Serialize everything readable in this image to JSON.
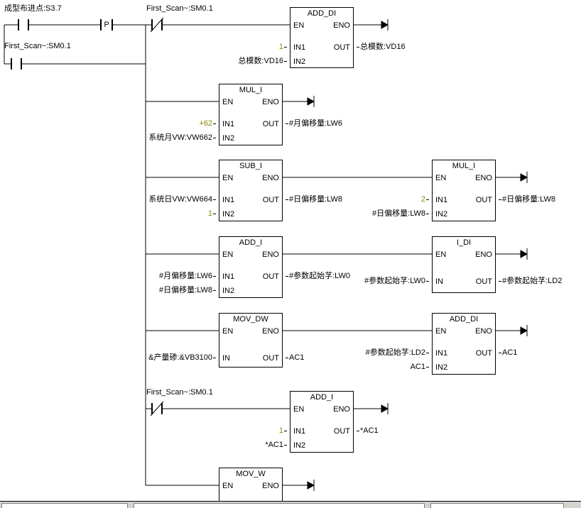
{
  "colors": {
    "wire": "#000000",
    "constant_literal": "#8a8a00",
    "background": "#ffffff",
    "bottom_strip": "#d6d3ce"
  },
  "ladder": {
    "contacts": [
      {
        "label": "成型布进点:S3.7",
        "type": "normally-open"
      },
      {
        "label": "P",
        "type": "positive-edge"
      },
      {
        "label": "First_Scan~:SM0.1",
        "type": "normally-open"
      },
      {
        "label": "First_Scan~:SM0.1",
        "type": "normally-closed"
      },
      {
        "label": "First_Scan~:SM0.1",
        "type": "normally-closed"
      }
    ],
    "boxes": [
      {
        "title": "ADD_DI",
        "pins": {
          "en": "EN",
          "eno": "ENO",
          "in1": "IN1",
          "in2": "IN2",
          "out": "OUT"
        },
        "operands": {
          "in1": "1",
          "in2": "总模数:VD16",
          "out": "总模数:VD16"
        }
      },
      {
        "title": "MUL_I",
        "pins": {
          "en": "EN",
          "eno": "ENO",
          "in1": "IN1",
          "in2": "IN2",
          "out": "OUT"
        },
        "operands": {
          "in1": "+62",
          "in2": "系统月VW:VW662",
          "out": "#月偏移量:LW6"
        }
      },
      {
        "title": "SUB_I",
        "pins": {
          "en": "EN",
          "eno": "ENO",
          "in1": "IN1",
          "in2": "IN2",
          "out": "OUT"
        },
        "operands": {
          "in1": "系统日VW:VW664",
          "in2": "1",
          "out": "#日偏移量:LW8"
        }
      },
      {
        "title": "MUL_I",
        "pins": {
          "en": "EN",
          "eno": "ENO",
          "in1": "IN1",
          "in2": "IN2",
          "out": "OUT"
        },
        "operands": {
          "in1": "2",
          "in2": "#日偏移量:LW8",
          "out": "#日偏移量:LW8"
        }
      },
      {
        "title": "ADD_I",
        "pins": {
          "en": "EN",
          "eno": "ENO",
          "in1": "IN1",
          "in2": "IN2",
          "out": "OUT"
        },
        "operands": {
          "in1": "#月偏移量:LW6",
          "in2": "#日偏移量:LW8",
          "out": "#参数起始芓:LW0"
        }
      },
      {
        "title": "I_DI",
        "pins": {
          "en": "EN",
          "eno": "ENO",
          "in": "IN",
          "out": "OUT"
        },
        "operands": {
          "in": "#参数起始芓:LW0",
          "out": "#参数起始芓:LD2"
        }
      },
      {
        "title": "MOV_DW",
        "pins": {
          "en": "EN",
          "eno": "ENO",
          "in": "IN",
          "out": "OUT"
        },
        "operands": {
          "in": "&产量碜:&VB3100",
          "out": "AC1"
        }
      },
      {
        "title": "ADD_DI",
        "pins": {
          "en": "EN",
          "eno": "ENO",
          "in1": "IN1",
          "in2": "IN2",
          "out": "OUT"
        },
        "operands": {
          "in1": "#参数起始芓:LD2",
          "in2": "AC1",
          "out": "AC1"
        }
      },
      {
        "title": "ADD_I",
        "pins": {
          "en": "EN",
          "eno": "ENO",
          "in1": "IN1",
          "in2": "IN2",
          "out": "OUT"
        },
        "operands": {
          "in1": "1",
          "in2": "*AC1",
          "out": "*AC1"
        }
      },
      {
        "title": "MOV_W",
        "pins": {
          "en": "EN",
          "eno": "ENO"
        },
        "operands": {}
      }
    ]
  }
}
